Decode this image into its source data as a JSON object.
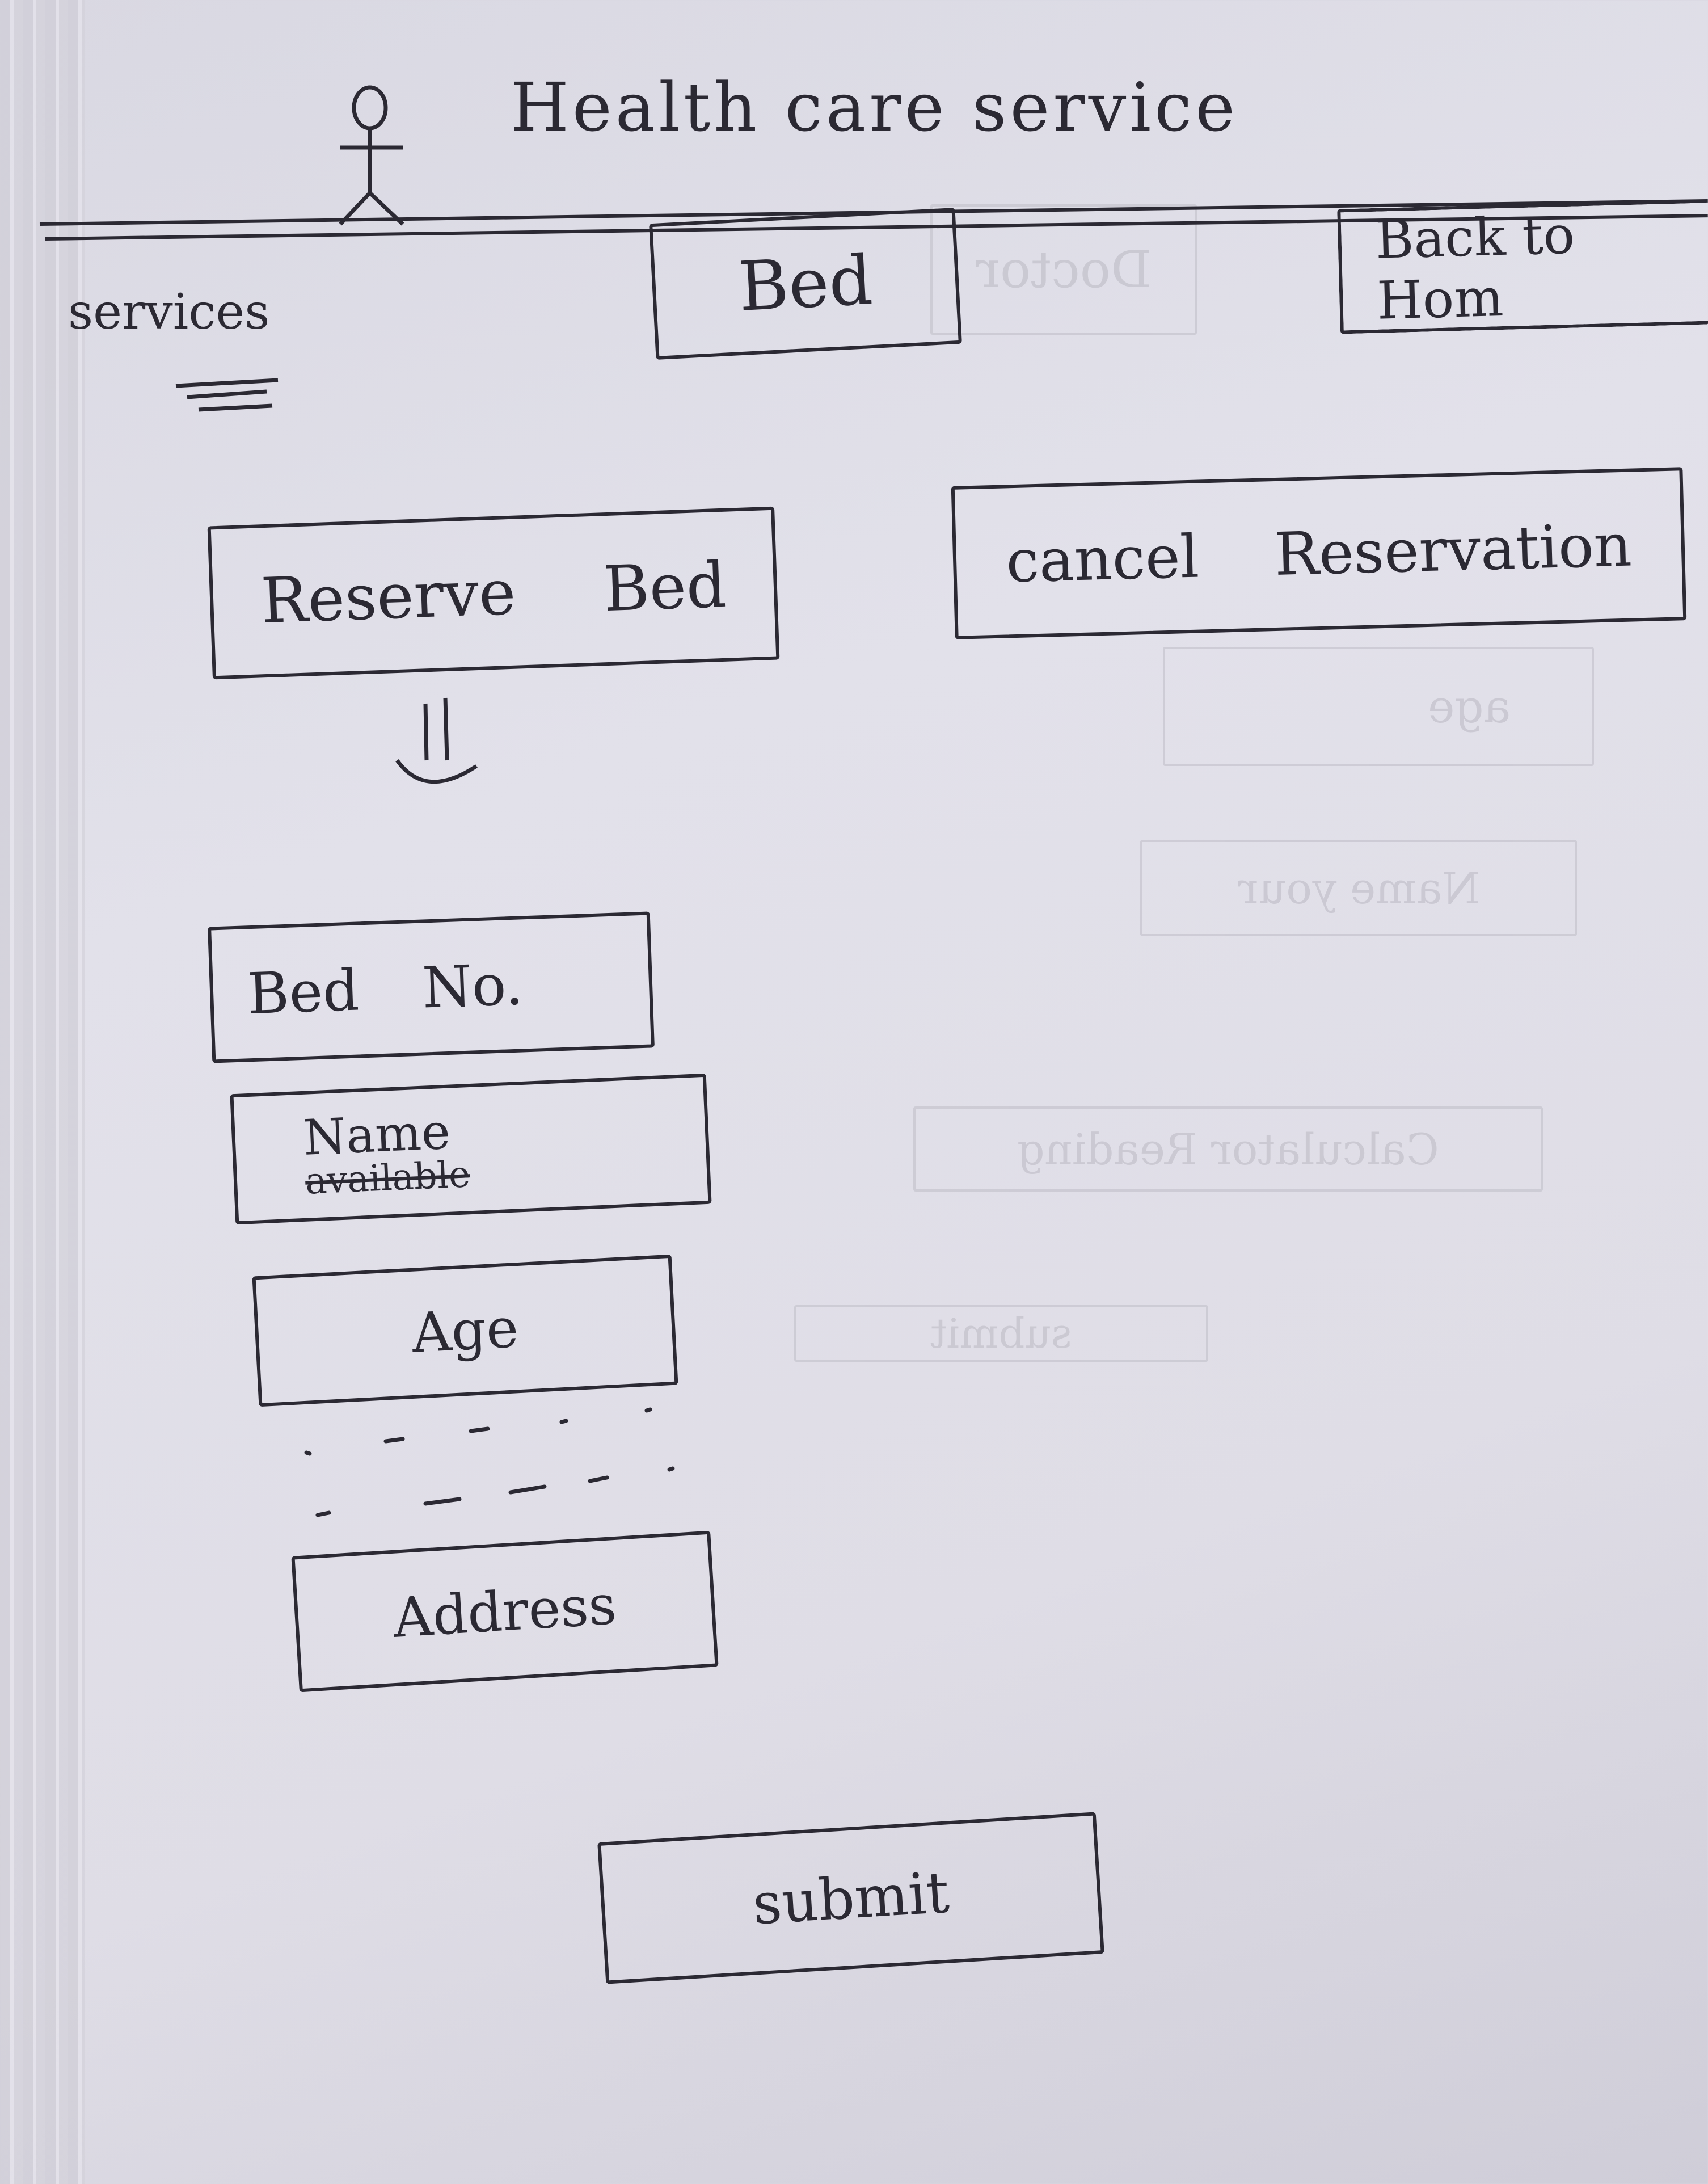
{
  "header": {
    "title": "Health care service",
    "logo_icon": "stick-figure-icon"
  },
  "nav": {
    "services_label": "services",
    "bed_tab": "Bed",
    "back_button": "Back to Hom"
  },
  "actions": {
    "reserve_bed": "Reserve Bed",
    "cancel_reservation": "cancel Reservation"
  },
  "form": {
    "bed_no": "Bed No.",
    "name": "Name",
    "name_struck": "available",
    "age": "Age",
    "address": "Address",
    "submit": "submit"
  },
  "ghost_through": {
    "doctor": "Doctor",
    "age": "age",
    "name": "Name your",
    "calculator": "Calculator Reading",
    "submit": "submit"
  },
  "colors": {
    "paper": "#dfdde6",
    "ink": "#2b2933",
    "ghost_ink": "#c4c2cc"
  }
}
